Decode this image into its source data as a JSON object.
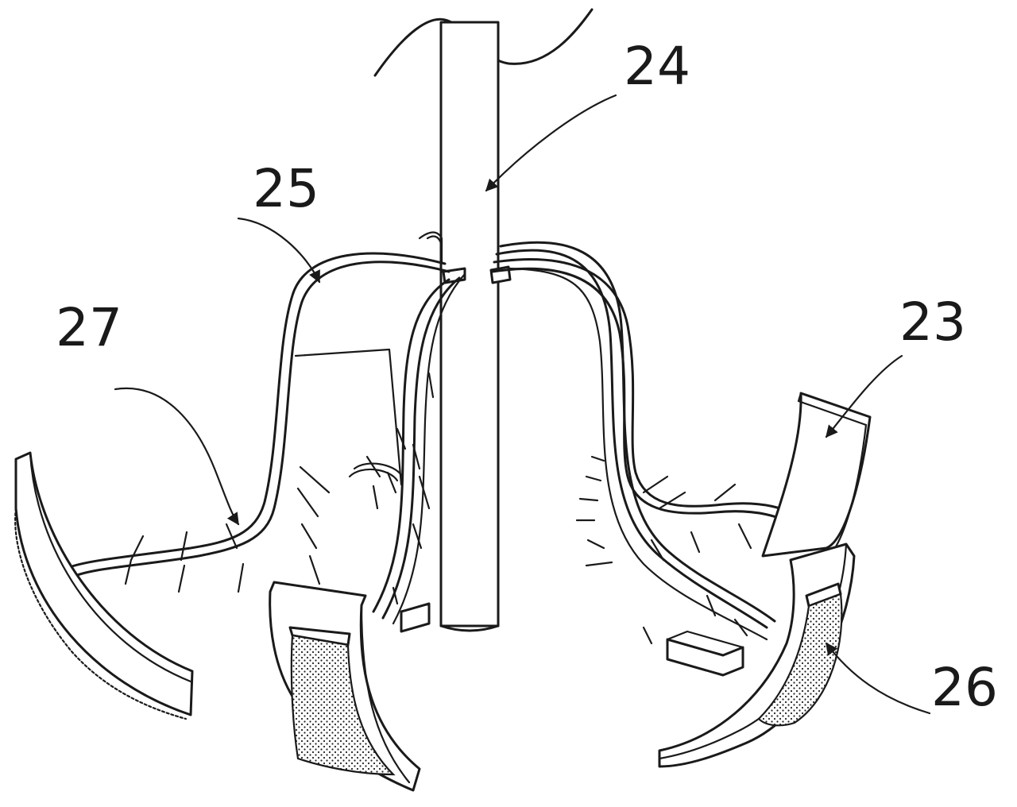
{
  "labels": {
    "l24": "24",
    "l25": "25",
    "l27": "27",
    "l23": "23",
    "l26": "26"
  }
}
